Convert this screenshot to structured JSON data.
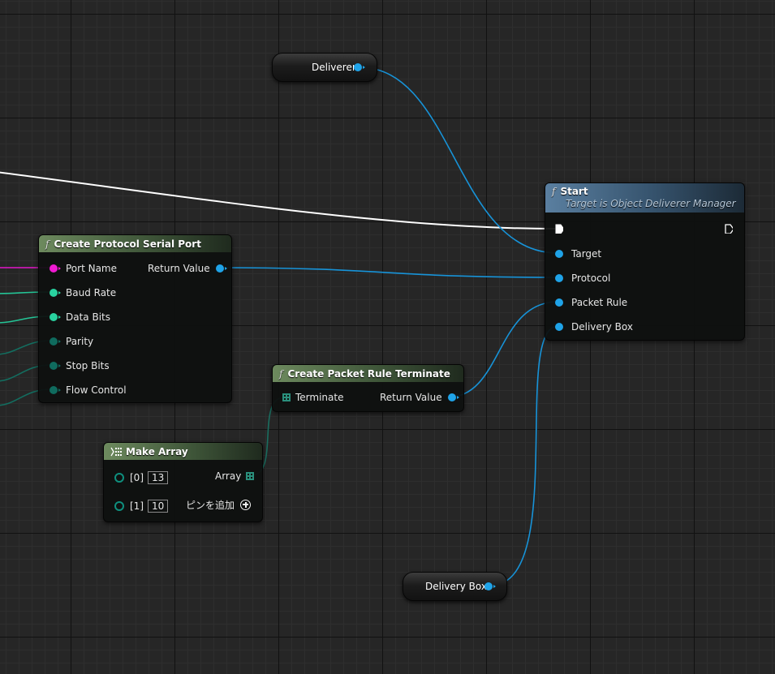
{
  "graph": {
    "nodes": {
      "deliverer_var": {
        "label": "Deliverer"
      },
      "delivery_box_var": {
        "label": "Delivery Box"
      },
      "start": {
        "title": "Start",
        "subtitle": "Target is Object Deliverer Manager",
        "pins": [
          "Target",
          "Protocol",
          "Packet Rule",
          "Delivery Box"
        ]
      },
      "create_protocol_serial_port": {
        "title": "Create Protocol Serial Port",
        "inputs": [
          "Port Name",
          "Baud Rate",
          "Data Bits",
          "Parity",
          "Stop Bits",
          "Flow Control"
        ],
        "output": "Return Value"
      },
      "create_packet_rule_terminate": {
        "title": "Create Packet Rule Terminate",
        "input": "Terminate",
        "output": "Return Value"
      },
      "make_array": {
        "title": "Make Array",
        "items": [
          {
            "index": "[0]",
            "value": "13"
          },
          {
            "index": "[1]",
            "value": "10"
          }
        ],
        "output": "Array",
        "add_pin": "ピンを追加"
      }
    }
  },
  "colors": {
    "background": "#262626",
    "object_pin": "#1fa3e8",
    "string_pin": "#f01ad2",
    "int_pin": "#29d3a0",
    "byte_pin": "#0f6b5e",
    "exec_wire": "#ffffff",
    "pure_function_header": "#6d8a5e",
    "function_header": "#5a7fa0"
  },
  "icons": [
    "function-icon",
    "exec-pin-icon",
    "grid-array-icon",
    "make-array-icon",
    "add-pin-icon"
  ]
}
